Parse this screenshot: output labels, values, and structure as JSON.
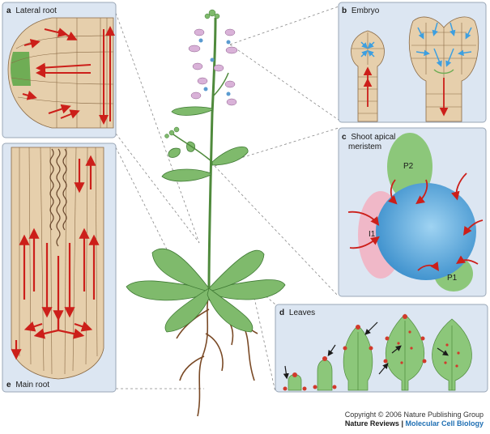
{
  "panels": {
    "a": {
      "letter": "a",
      "title": "Lateral root"
    },
    "b": {
      "letter": "b",
      "title": "Embryo"
    },
    "c": {
      "letter": "c",
      "title_line1": "Shoot apical",
      "title_line2": "meristem",
      "labels": {
        "p2": "P2",
        "i1": "I1",
        "p1": "P1"
      }
    },
    "d": {
      "letter": "d",
      "title": "Leaves"
    },
    "e": {
      "letter": "e",
      "title": "Main root"
    }
  },
  "footer": {
    "copyright": "Copyright © 2006 Nature Publishing Group",
    "journal_main": "Nature Reviews",
    "separator": " | ",
    "journal_sub": "Molecular Cell Biology"
  },
  "colors": {
    "panel_bg": "#dce6f2",
    "cell_fill": "#e6cfac",
    "cell_line": "#8a6a45",
    "arrow": "#cc1f1a",
    "blue_arrow": "#3d9fe0",
    "leaf": "#7fba6c",
    "meristem_blue": "#4a9fd6",
    "primordium_green": "#8cc77a",
    "primordium_pink": "#f0b8c8",
    "root_brown": "#7a4a26"
  }
}
